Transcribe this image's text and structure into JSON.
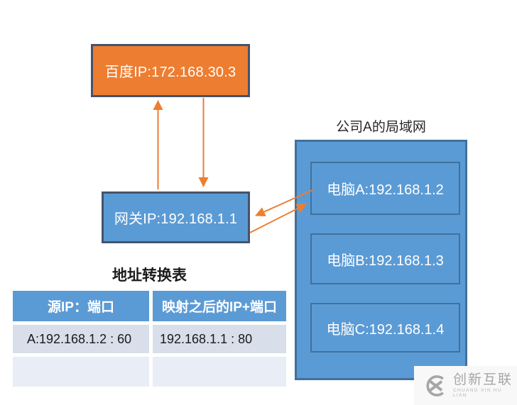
{
  "colors": {
    "orange": "#ED7D31",
    "blue": "#5B9BD5",
    "dark_border": "#44546A",
    "blue_border": "#41719C",
    "row1_bg": "#D8DFEB",
    "row2_bg": "#E9EDF5",
    "gray_logo": "#A6A6A6"
  },
  "nodes": {
    "baidu": {
      "label": "百度IP:172.168.30.3"
    },
    "gateway": {
      "label": "网关IP:192.168.1.1"
    },
    "lan": {
      "title": "公司A的局域网",
      "computers": [
        {
          "label": "电脑A:192.168.1.2"
        },
        {
          "label": "电脑B:192.168.1.3"
        },
        {
          "label": "电脑C:192.168.1.4"
        }
      ]
    }
  },
  "arrows": [
    {
      "name": "gateway-to-baidu-up"
    },
    {
      "name": "baidu-to-gateway-down"
    },
    {
      "name": "computer-a-to-gateway"
    },
    {
      "name": "gateway-to-computer-a"
    }
  ],
  "table": {
    "title": "地址转换表",
    "headers": [
      "源IP：端口",
      "映射之后的IP+端口"
    ],
    "rows": [
      [
        "A:192.168.1.2 : 60",
        "192.168.1.1 : 80"
      ],
      [
        "",
        ""
      ]
    ]
  },
  "watermark": {
    "name": "创新互联",
    "subtitle": "CHUANG XIN HU LIAN"
  }
}
